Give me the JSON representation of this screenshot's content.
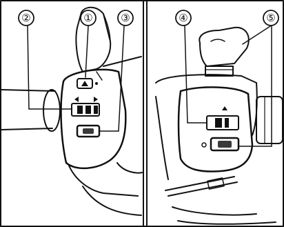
{
  "callouts": [
    {
      "id": "callout-1",
      "label": "①"
    },
    {
      "id": "callout-2",
      "label": "②"
    },
    {
      "id": "callout-3",
      "label": "③"
    },
    {
      "id": "callout-4",
      "label": "④"
    },
    {
      "id": "callout-5",
      "label": "⑤"
    }
  ],
  "colors": {
    "ink": "#111111",
    "paper": "#ffffff",
    "shade": "#3a3a3a"
  }
}
